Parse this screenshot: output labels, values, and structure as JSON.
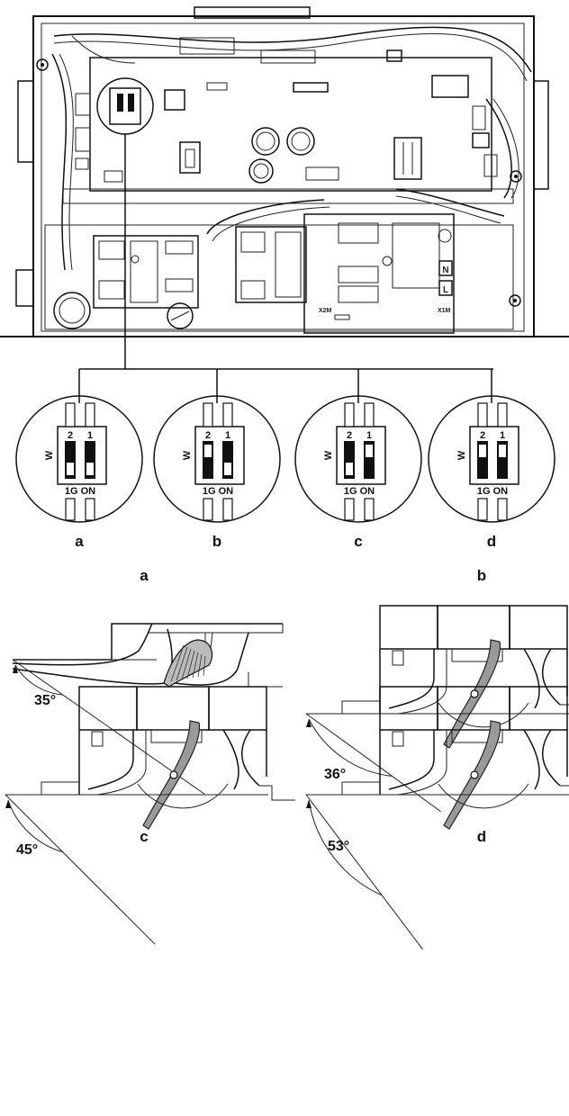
{
  "pcb": {
    "terminal_labels": [
      "N",
      "L"
    ],
    "block_labels": [
      "X2M",
      "X1M"
    ]
  },
  "dip_options": [
    {
      "id": "a",
      "label": "a",
      "num_left": "2",
      "num_right": "1",
      "bottom": "1G ON",
      "side": "W",
      "sw2_on": false,
      "sw1_on": false
    },
    {
      "id": "b",
      "label": "b",
      "num_left": "2",
      "num_right": "1",
      "bottom": "1G ON",
      "side": "W",
      "sw2_on": true,
      "sw1_on": false
    },
    {
      "id": "c",
      "label": "c",
      "num_left": "2",
      "num_right": "1",
      "bottom": "1G ON",
      "side": "W",
      "sw2_on": false,
      "sw1_on": true
    },
    {
      "id": "d",
      "label": "d",
      "num_left": "2",
      "num_right": "1",
      "bottom": "1G ON",
      "side": "W",
      "sw2_on": true,
      "sw1_on": true
    }
  ],
  "flap_options": [
    {
      "id": "a",
      "label": "a",
      "angle_label": "35°",
      "angle_deg": 35
    },
    {
      "id": "b",
      "label": "b",
      "angle_label": "36°",
      "angle_deg": 36
    },
    {
      "id": "c",
      "label": "c",
      "angle_label": "45°",
      "angle_deg": 45
    },
    {
      "id": "d",
      "label": "d",
      "angle_label": "53°",
      "angle_deg": 53
    }
  ]
}
